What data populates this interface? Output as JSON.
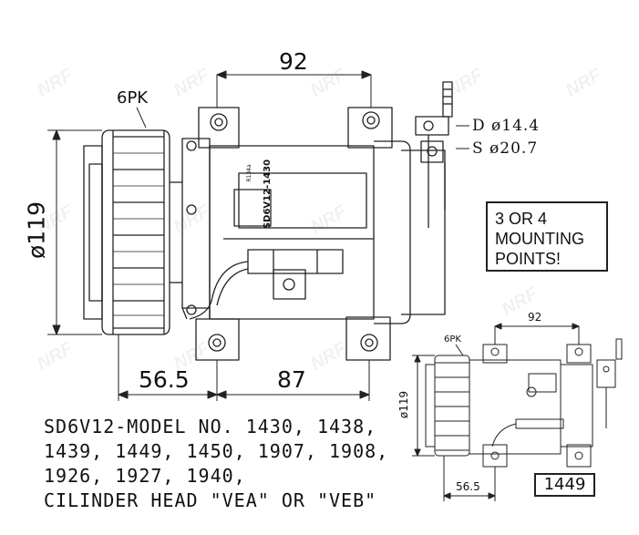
{
  "watermark": "NRF",
  "dimensions": {
    "top_width": "92",
    "pulley_grooves": "6PK",
    "pulley_diameter": "ø119",
    "bottom_left": "56.5",
    "bottom_right": "87"
  },
  "ports": {
    "discharge": "D ø14.4",
    "suction": "S ø20.7"
  },
  "compressor_label": {
    "line1": "SD6V12-1430",
    "line2": "R134a"
  },
  "mounting_note": [
    "3 OR 4",
    "MOUNTING",
    "POINTS!"
  ],
  "model_lines": [
    "SD6V12-MODEL NO. 1430, 1438,",
    "1439, 1449, 1450, 1907, 1908,",
    "1926, 1927, 1940,",
    "CILINDER HEAD \"VEA\" OR \"VEB\""
  ],
  "inset": {
    "top_width": "92",
    "pulley_grooves": "6PK",
    "pulley_diameter": "ø119",
    "bottom_left": "56.5",
    "model_tag": "1449"
  },
  "colors": {
    "line": "#222222",
    "background": "#ffffff"
  }
}
